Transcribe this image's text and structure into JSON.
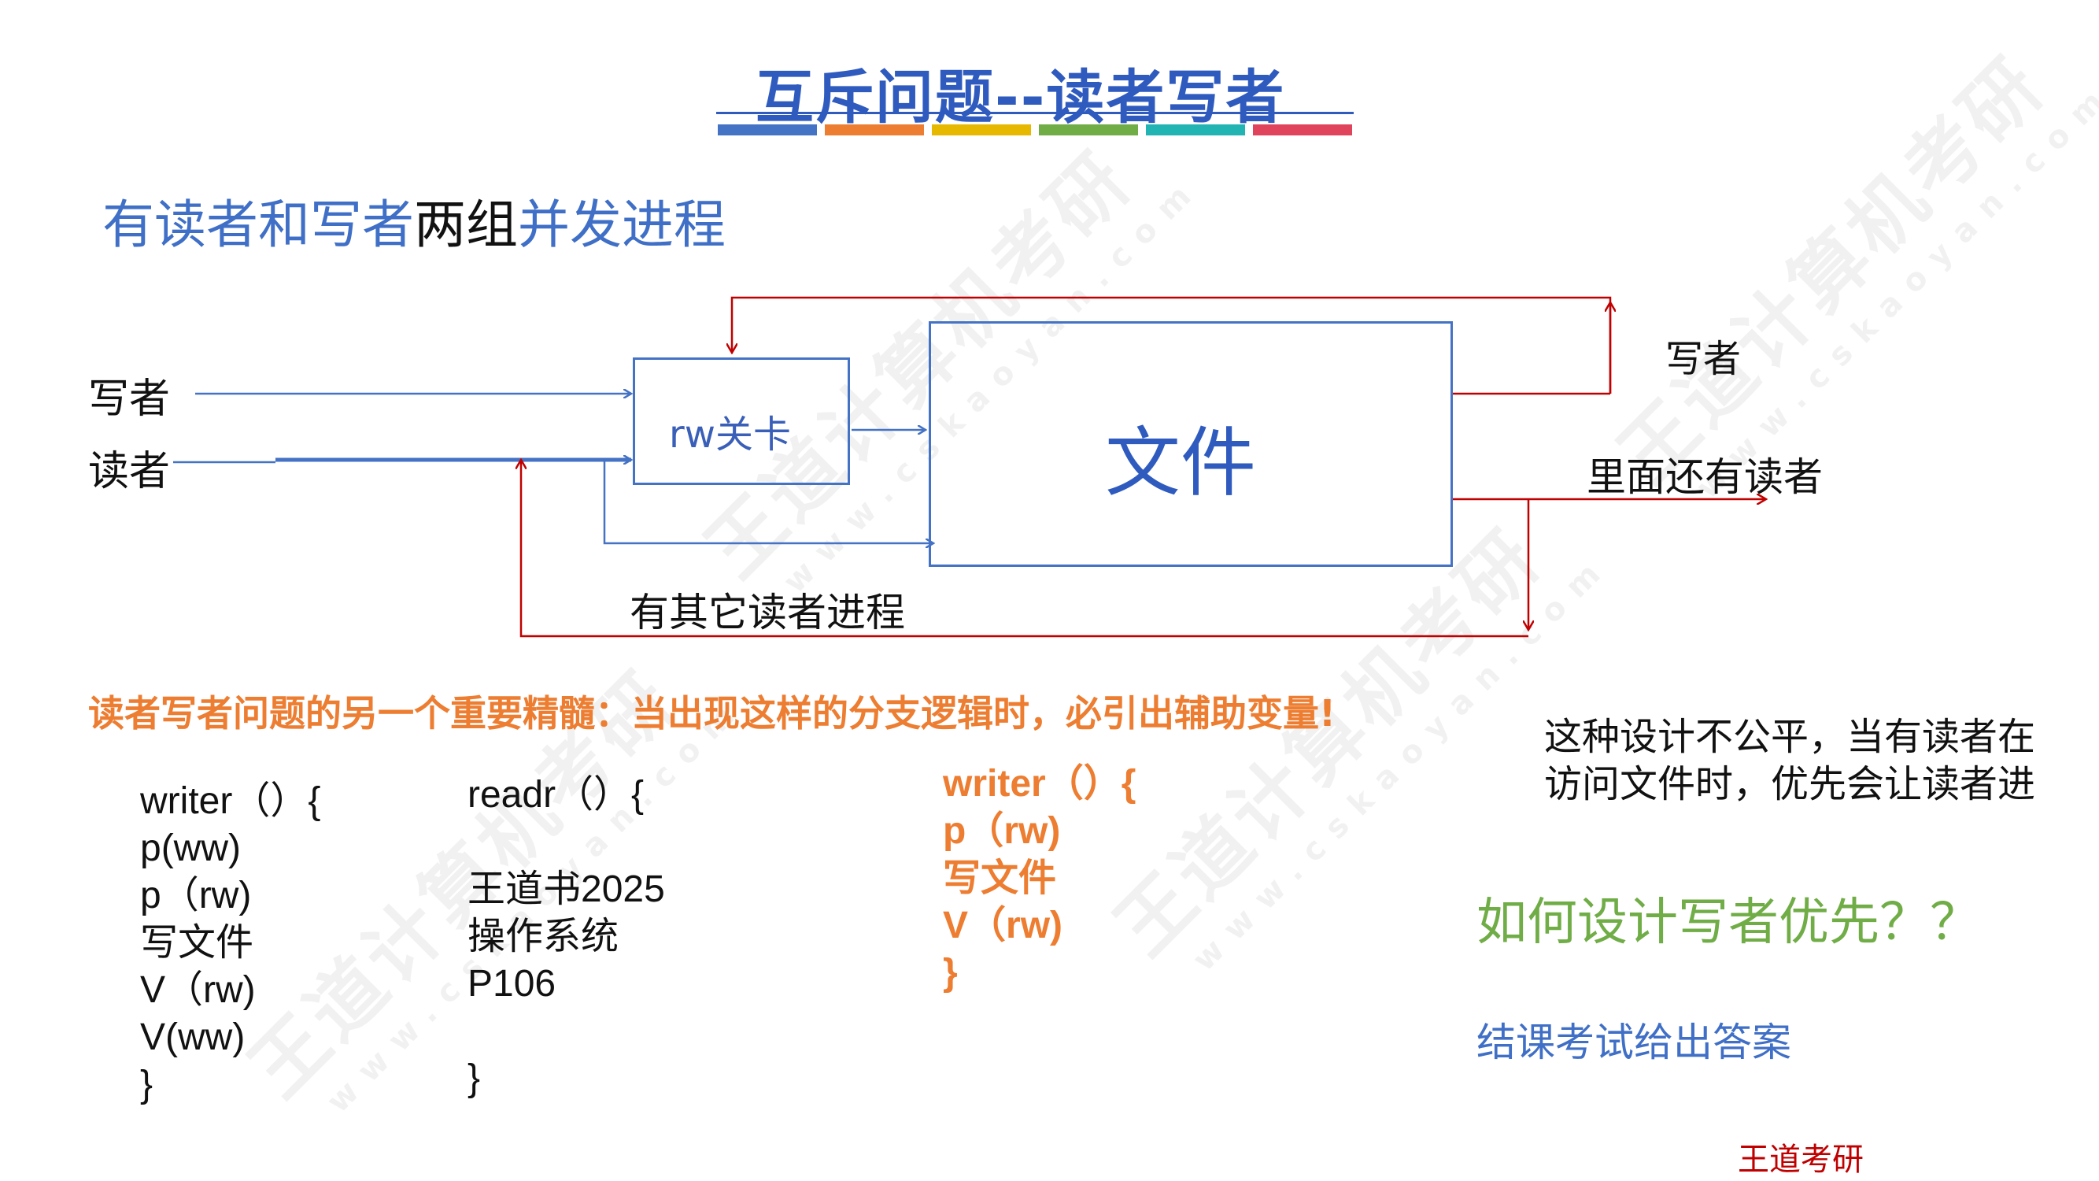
{
  "title": "互斥问题--读者写者",
  "color_bars": [
    "#4472c4",
    "#ed7d31",
    "#e6b800",
    "#70ad47",
    "#22b3b3",
    "#e0435c"
  ],
  "subtitle": {
    "part1": "有读者和写者",
    "part2": "两组",
    "part3": "并发进程"
  },
  "diagram": {
    "writer_label": "写者",
    "reader_label": "读者",
    "gate_label": "rw关卡",
    "file_label": "文件",
    "right_writer_label": "写者",
    "right_reader_label": "里面还有读者",
    "bottom_label": "有其它读者进程"
  },
  "highlight": "读者写者问题的另一个重要精髓：当出现这样的分支逻辑时，必引出辅助变量!",
  "code_writer": [
    "writer（）{",
    "p(ww)",
    "p（rw)",
    "写文件",
    "V（rw)",
    "V(ww)",
    "}"
  ],
  "code_reader": [
    "readr（）{",
    "",
    "王道书2025",
    "操作系统",
    "P106",
    "",
    "}"
  ],
  "code_writer2": [
    "writer（）{",
    "p（rw)",
    "写文件",
    "V（rw)",
    "}"
  ],
  "note_lines": [
    "这种设计不公平，当有读者在",
    "访问文件时，优先会让读者进"
  ],
  "question": "如何设计写者优先？？",
  "answer": "结课考试给出答案",
  "footer": "王道考研"
}
